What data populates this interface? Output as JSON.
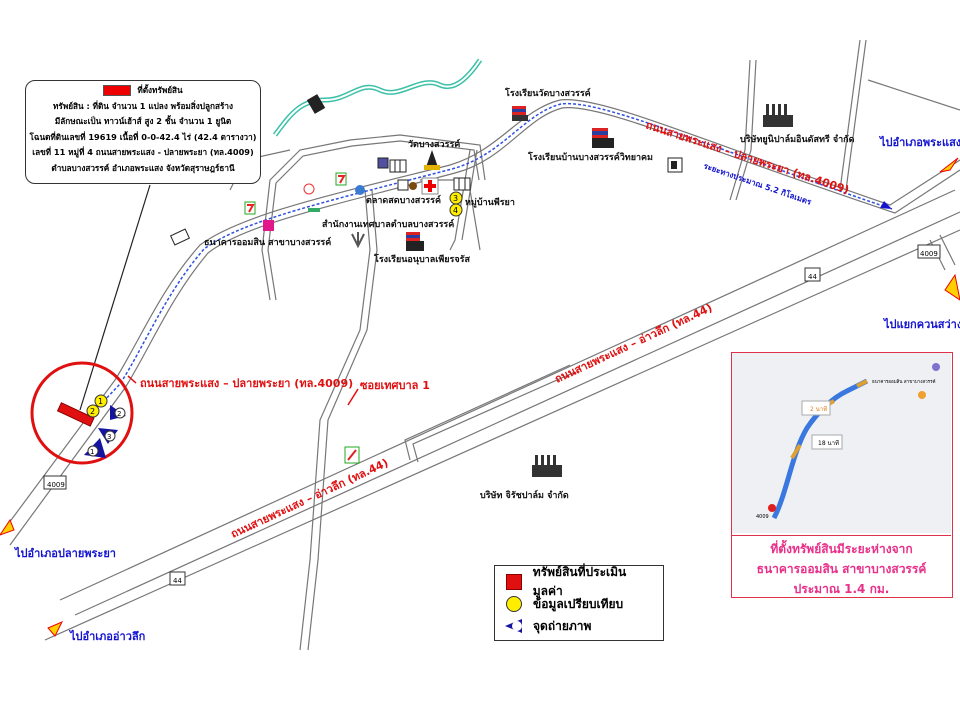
{
  "info_box": {
    "title": "ที่ตั้งทรัพย์สิน",
    "lines": [
      "ทรัพย์สิน : ที่ดิน จำนวน 1 แปลง พร้อมสิ่งปลูกสร้าง",
      "มีลักษณะเป็น ทาวน์เฮ้าส์ สูง 2 ชั้น จำนวน 1 ยูนิต",
      "โฉนดที่ดินเลขที่ 19619 เนื้อที่ 0-0-42.4 ไร่ (42.4 ตารางวา)",
      "เลขที่ 11 หมู่ที่ 4 ถนนสายพระแสง - ปลายพระยา (ทล.4009)",
      "ตำบลบางสวรรค์ อำเภอพระแสง จังหวัดสุราษฎร์ธานี"
    ]
  },
  "places": {
    "school_wat": "โรงเรียนวัดบางสวรรค์",
    "school_witthayakhom": "โรงเรียนบ้านบางสวรรค์วิทยาคม",
    "unipalm": "บริษัทยูนิปาล์มอินดัสทรี จำกัด",
    "wat": "วัดบางสวรรค์",
    "market": "ตลาดสดบางสวรรค์",
    "village": "หมู่บ้านพีรยา",
    "municipality": "สำนักงานเทศบาลตำบลบางสวรรค์",
    "gsb_bank": "ธนาคารออมสิน สาขาบางสวรรค์",
    "kindergarten": "โรงเรียนอนุบาลเพียรจรัส",
    "jirat": "บริษัท จิรัชปาล์ม จำกัด"
  },
  "roads": {
    "r4009_top": "ถนนสายพระแสง – ปลายพระยา (ทล.4009)",
    "r4009_left": "ถนนสายพระแสง – ปลายพระยา (ทล.4009)",
    "distance": "ระยะทางประมาณ 5.2 กิโลเมตร",
    "r44_upper": "ถนนสายพระแสง – อ่าวลึก (ทล.44)",
    "r44_lower": "ถนนสายพระแสง – อ่าวลึก (ทล.44)",
    "soi": "ซอยเทศบาล 1",
    "shield_4009": "4009",
    "shield_44": "44"
  },
  "directions": {
    "to_phrasaeng": "ไปอำเภอพระแสง",
    "to_khuan_sawang": "ไปแยกควนสว่าง",
    "to_plai_phraya": "ไปอำเภอปลายพระยา",
    "to_ao_luek": "ไปอำเภออ่าวลึก"
  },
  "markers": {
    "comparables": [
      "1",
      "2",
      "3",
      "4"
    ],
    "photos": [
      "1",
      "2",
      "3"
    ]
  },
  "legend": {
    "property": "ทรัพย์สินที่ประเมินมูลค่า",
    "comparable": "ข้อมูลเปรียบเทียบ",
    "photo": "จุดถ่ายภาพ"
  },
  "inset": {
    "drive_time": "2 นาที",
    "walk_time": "18 นาที",
    "road_label": "4009",
    "dest_label": "ธนาคารออมสิน สาขาบางสวรรค์",
    "text_lines": [
      "ที่ตั้งทรัพย์สินมีระยะห่างจาก",
      "ธนาคารออมสิน สาขาบางสวรรค์",
      "ประมาณ 1.4 กม."
    ]
  },
  "colors": {
    "red": "#e01010",
    "blue": "#1414d0",
    "pink": "#e8308a",
    "river": "#3cc0a8"
  }
}
